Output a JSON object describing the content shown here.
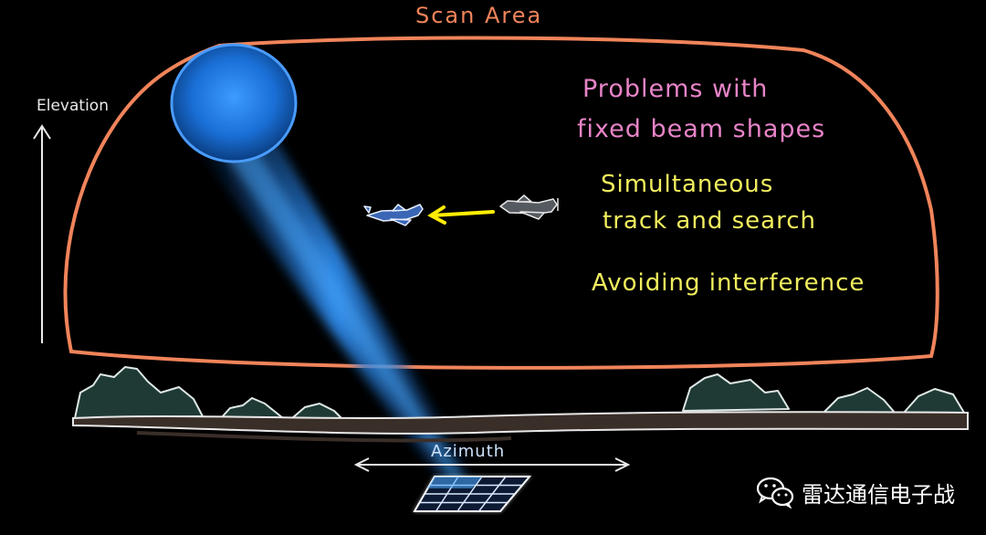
{
  "diagram": {
    "title": "Scan Area",
    "elevation_label": "Elevation",
    "azimuth_label": "Azimuth",
    "problems_line1": "Problems with",
    "problems_line2": "fixed beam shapes",
    "item1_line1": "Simultaneous",
    "item1_line2": "track and search",
    "item2": "Avoiding interference"
  },
  "watermark": {
    "text": "雷达通信电子战",
    "icon": "wechat-icon"
  },
  "colors": {
    "background": "#000000",
    "scan_outline": "#f0845a",
    "beam": "#2f8ff5",
    "pink_text": "#e884c8",
    "yellow_text": "#f2ef5e",
    "arrow": "#ffee00",
    "trees": "#1f3a35"
  }
}
